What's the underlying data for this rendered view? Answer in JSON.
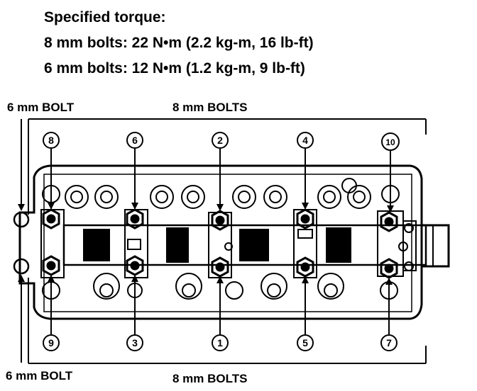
{
  "spec": {
    "title": "Specified torque:",
    "line1": "8 mm bolts: 22 N•m (2.2 kg-m, 16 lb-ft)",
    "line2": "6 mm bolts: 12 N•m (1.2 kg-m, 9 lb-ft)"
  },
  "labels": {
    "six_mm_top": "6 mm BOLT",
    "eight_mm_top": "8 mm BOLTS",
    "six_mm_bottom": "6 mm BOLT",
    "eight_mm_bottom": "8 mm BOLTS"
  },
  "sequence_numbers": {
    "top": [
      "8",
      "6",
      "2",
      "4",
      "10"
    ],
    "bottom": [
      "9",
      "3",
      "1",
      "5",
      "7"
    ]
  }
}
